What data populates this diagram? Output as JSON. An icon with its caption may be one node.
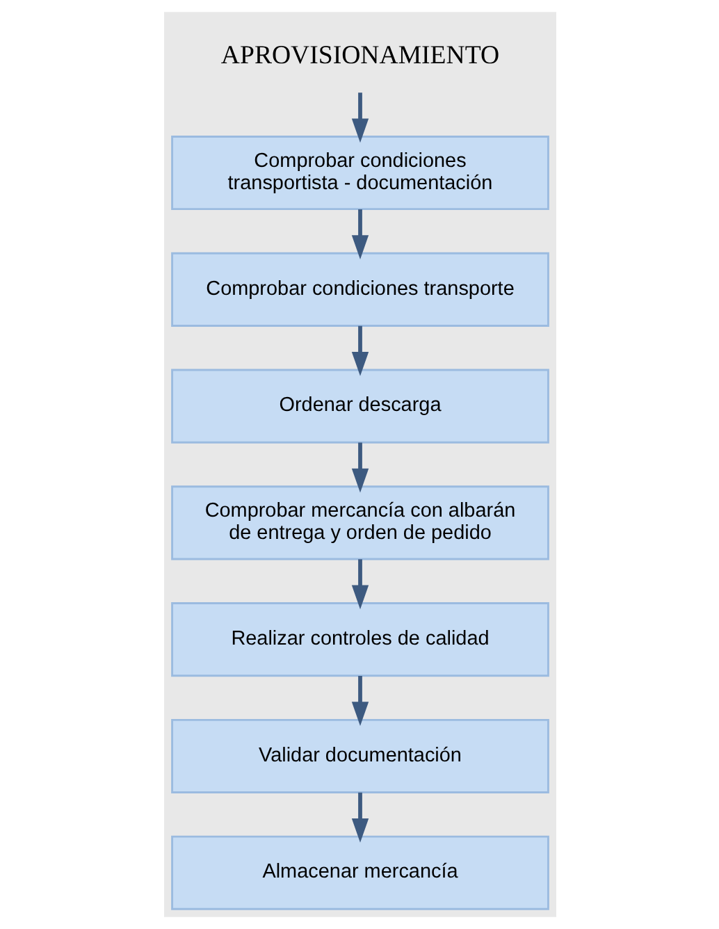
{
  "diagram": {
    "nodes": [
      {
        "text": [
          "APROVISIONAMIENTO"
        ]
      },
      {
        "text": [
          "Comprobar condiciones transportista - documentación"
        ]
      },
      {
        "text": [
          "Comprobar condiciones transporte"
        ]
      },
      {
        "text": [
          "Ordenar descarga"
        ]
      },
      {
        "text": [
          "Comprobar mercancía con albarán de entrega y orden de pedido"
        ]
      },
      {
        "text": [
          "Realizar controles de calidad"
        ]
      },
      {
        "text": [
          "Validar documentación"
        ]
      },
      {
        "text": [
          "Almacenar mercancía"
        ]
      }
    ],
    "edges": [
      {
        "from": 0,
        "to": 1,
        "arrow": "to"
      },
      {
        "from": 1,
        "to": 2,
        "arrow": "to"
      },
      {
        "from": 2,
        "to": 3,
        "arrow": "to"
      },
      {
        "from": 3,
        "to": 4,
        "arrow": "to"
      },
      {
        "from": 4,
        "to": 5,
        "arrow": "to"
      },
      {
        "from": 5,
        "to": 6,
        "arrow": "to"
      },
      {
        "from": 6,
        "to": 7,
        "arrow": "to"
      }
    ]
  }
}
